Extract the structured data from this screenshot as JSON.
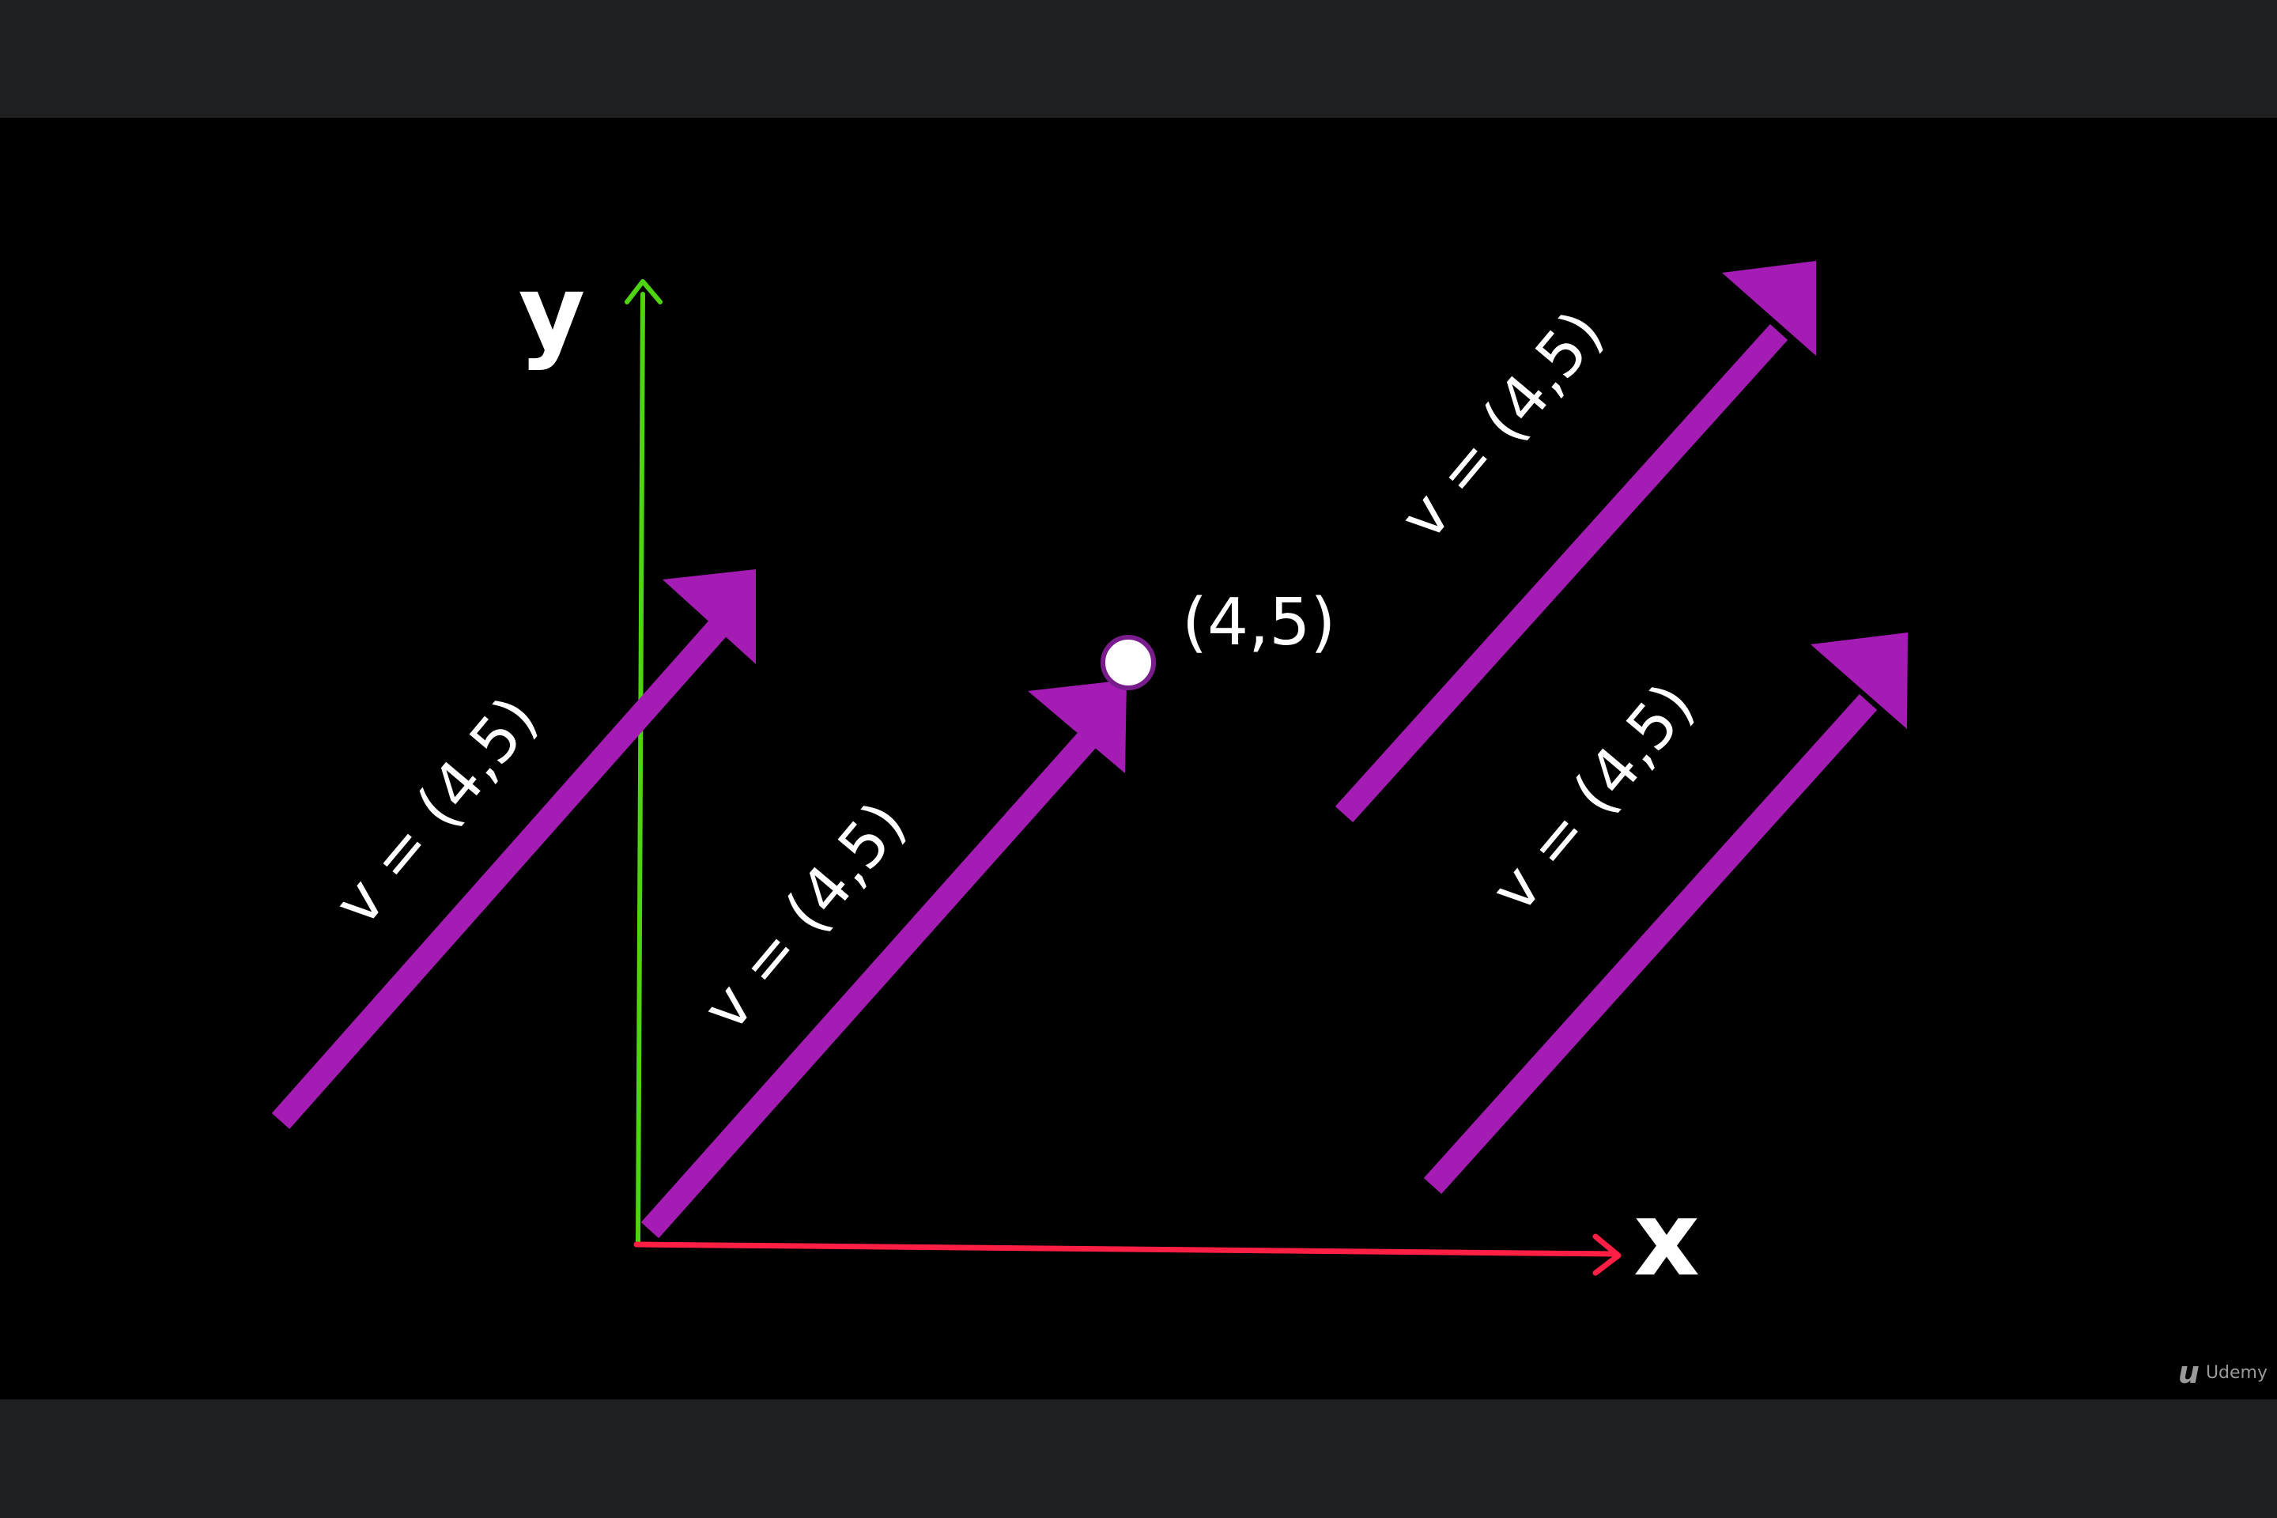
{
  "axes": {
    "x_label": "x",
    "y_label": "y",
    "x_color": "#ff1f44",
    "y_color": "#4fd411"
  },
  "vector_color": "#a51cb4",
  "vectors": [
    {
      "label": "v = (4,5)"
    },
    {
      "label": "v = (4,5)"
    },
    {
      "label": "v = (4,5)"
    },
    {
      "label": "v = (4,5)"
    }
  ],
  "point": {
    "label": "(4,5)"
  },
  "watermark": {
    "logo": "udemy-logo",
    "text": "Udemy"
  }
}
